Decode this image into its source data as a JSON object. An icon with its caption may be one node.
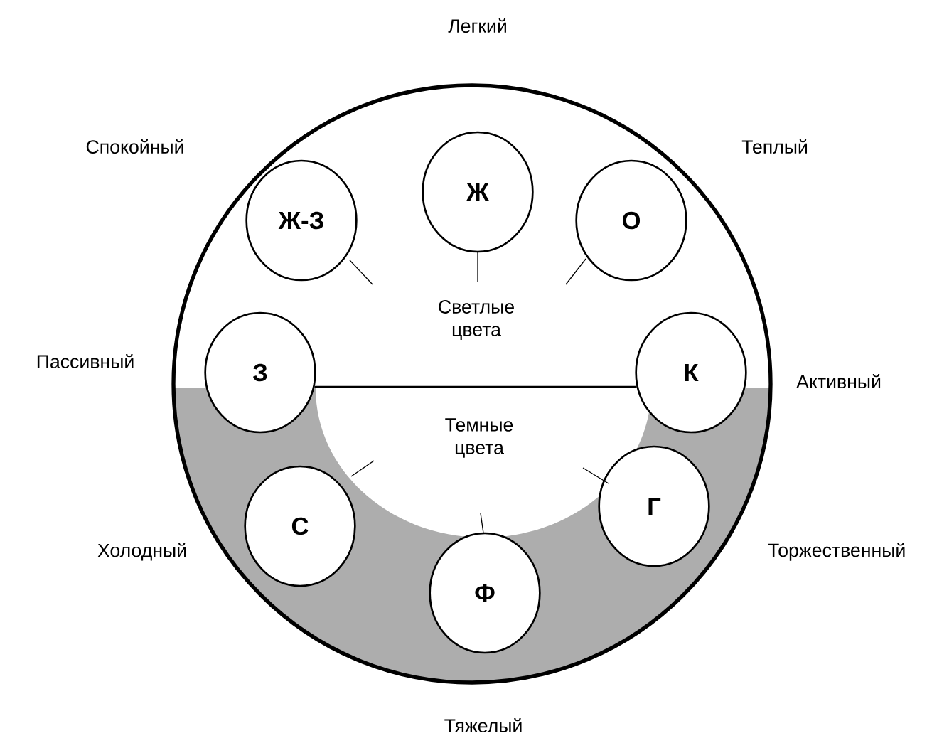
{
  "diagram": {
    "nodes": [
      {
        "text": [],
        "shape": "circle"
      },
      {
        "text": [
          "Ж"
        ],
        "in": 0
      },
      {
        "text": [
          "Ж-З"
        ],
        "in": 0,
        "beside": [
          "Спокойный"
        ]
      },
      {
        "text": [
          "О"
        ],
        "in": 0,
        "beside": [
          "Теплый"
        ]
      },
      {
        "text": [
          "З"
        ],
        "in": 0,
        "beside": [
          "Пассивный"
        ]
      },
      {
        "text": [
          "К"
        ],
        "in": 0,
        "beside": [
          "Активный"
        ]
      },
      {
        "text": [
          "С"
        ],
        "in": 0,
        "beside": [
          "Холодный"
        ]
      },
      {
        "text": [
          "Г"
        ],
        "in": 0,
        "beside": [
          "Торжественный"
        ]
      },
      {
        "text": [
          "Ф"
        ],
        "in": 0,
        "beside": [
          "Тяжелый"
        ]
      }
    ],
    "edges": [
      {
        "from": 4,
        "to": 5,
        "arrow": "none"
      }
    ],
    "labels": [
      "Легкий",
      "Светлые цвета",
      "Темные цвета"
    ]
  }
}
